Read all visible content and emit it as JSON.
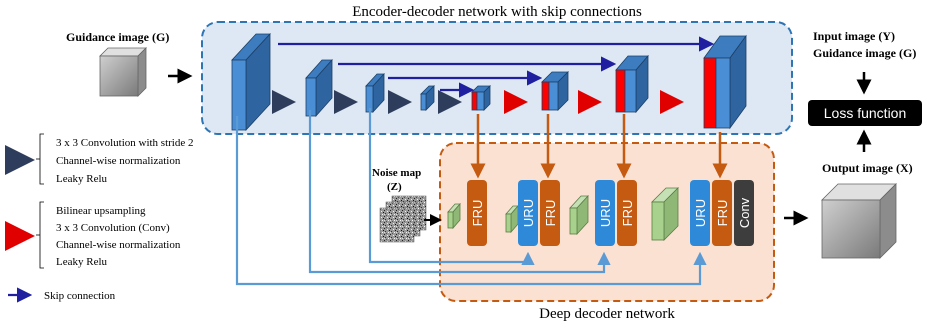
{
  "title_top": "Encoder-decoder network with skip connections",
  "title_bottom": "Deep decoder network",
  "guidance_label": "Guidance image (G)",
  "noise_label_line1": "Noise map",
  "noise_label_line2": "(Z)",
  "input_label_line1": "Input image (Y)",
  "input_label_line2": "Guidance image (G)",
  "loss_label": "Loss function",
  "output_label": "Output image (X)",
  "block_labels": {
    "fru": "FRU",
    "uru": "URU",
    "conv": "Conv"
  },
  "legend": {
    "down": [
      "3 x 3 Convolution with stride 2",
      "Channel-wise normalization",
      "Leaky Relu"
    ],
    "up": [
      "Bilinear upsampling",
      "3 x 3 Convolution (Conv)",
      "Channel-wise normalization",
      "Leaky Relu"
    ],
    "skip": "Skip connection"
  },
  "colors": {
    "encoder_fill": "#dde8f4",
    "encoder_border": "#2e75b6",
    "decoder_fill": "#fbe1d2",
    "decoder_border": "#c55a11",
    "navy_arrow": "#2f3d5c",
    "red_arrow": "#e00000",
    "skip_arrow": "#1f1fa0",
    "orange_arrow": "#c55a11",
    "light_blue_line": "#5b9bd5",
    "fru_fill": "#c55a11",
    "uru_fill": "#2e8ad8",
    "conv_fill": "#3d3d3d",
    "block_blue": "#2e65a0",
    "block_red": "#ff0000",
    "green_block": "#a9d18e"
  }
}
